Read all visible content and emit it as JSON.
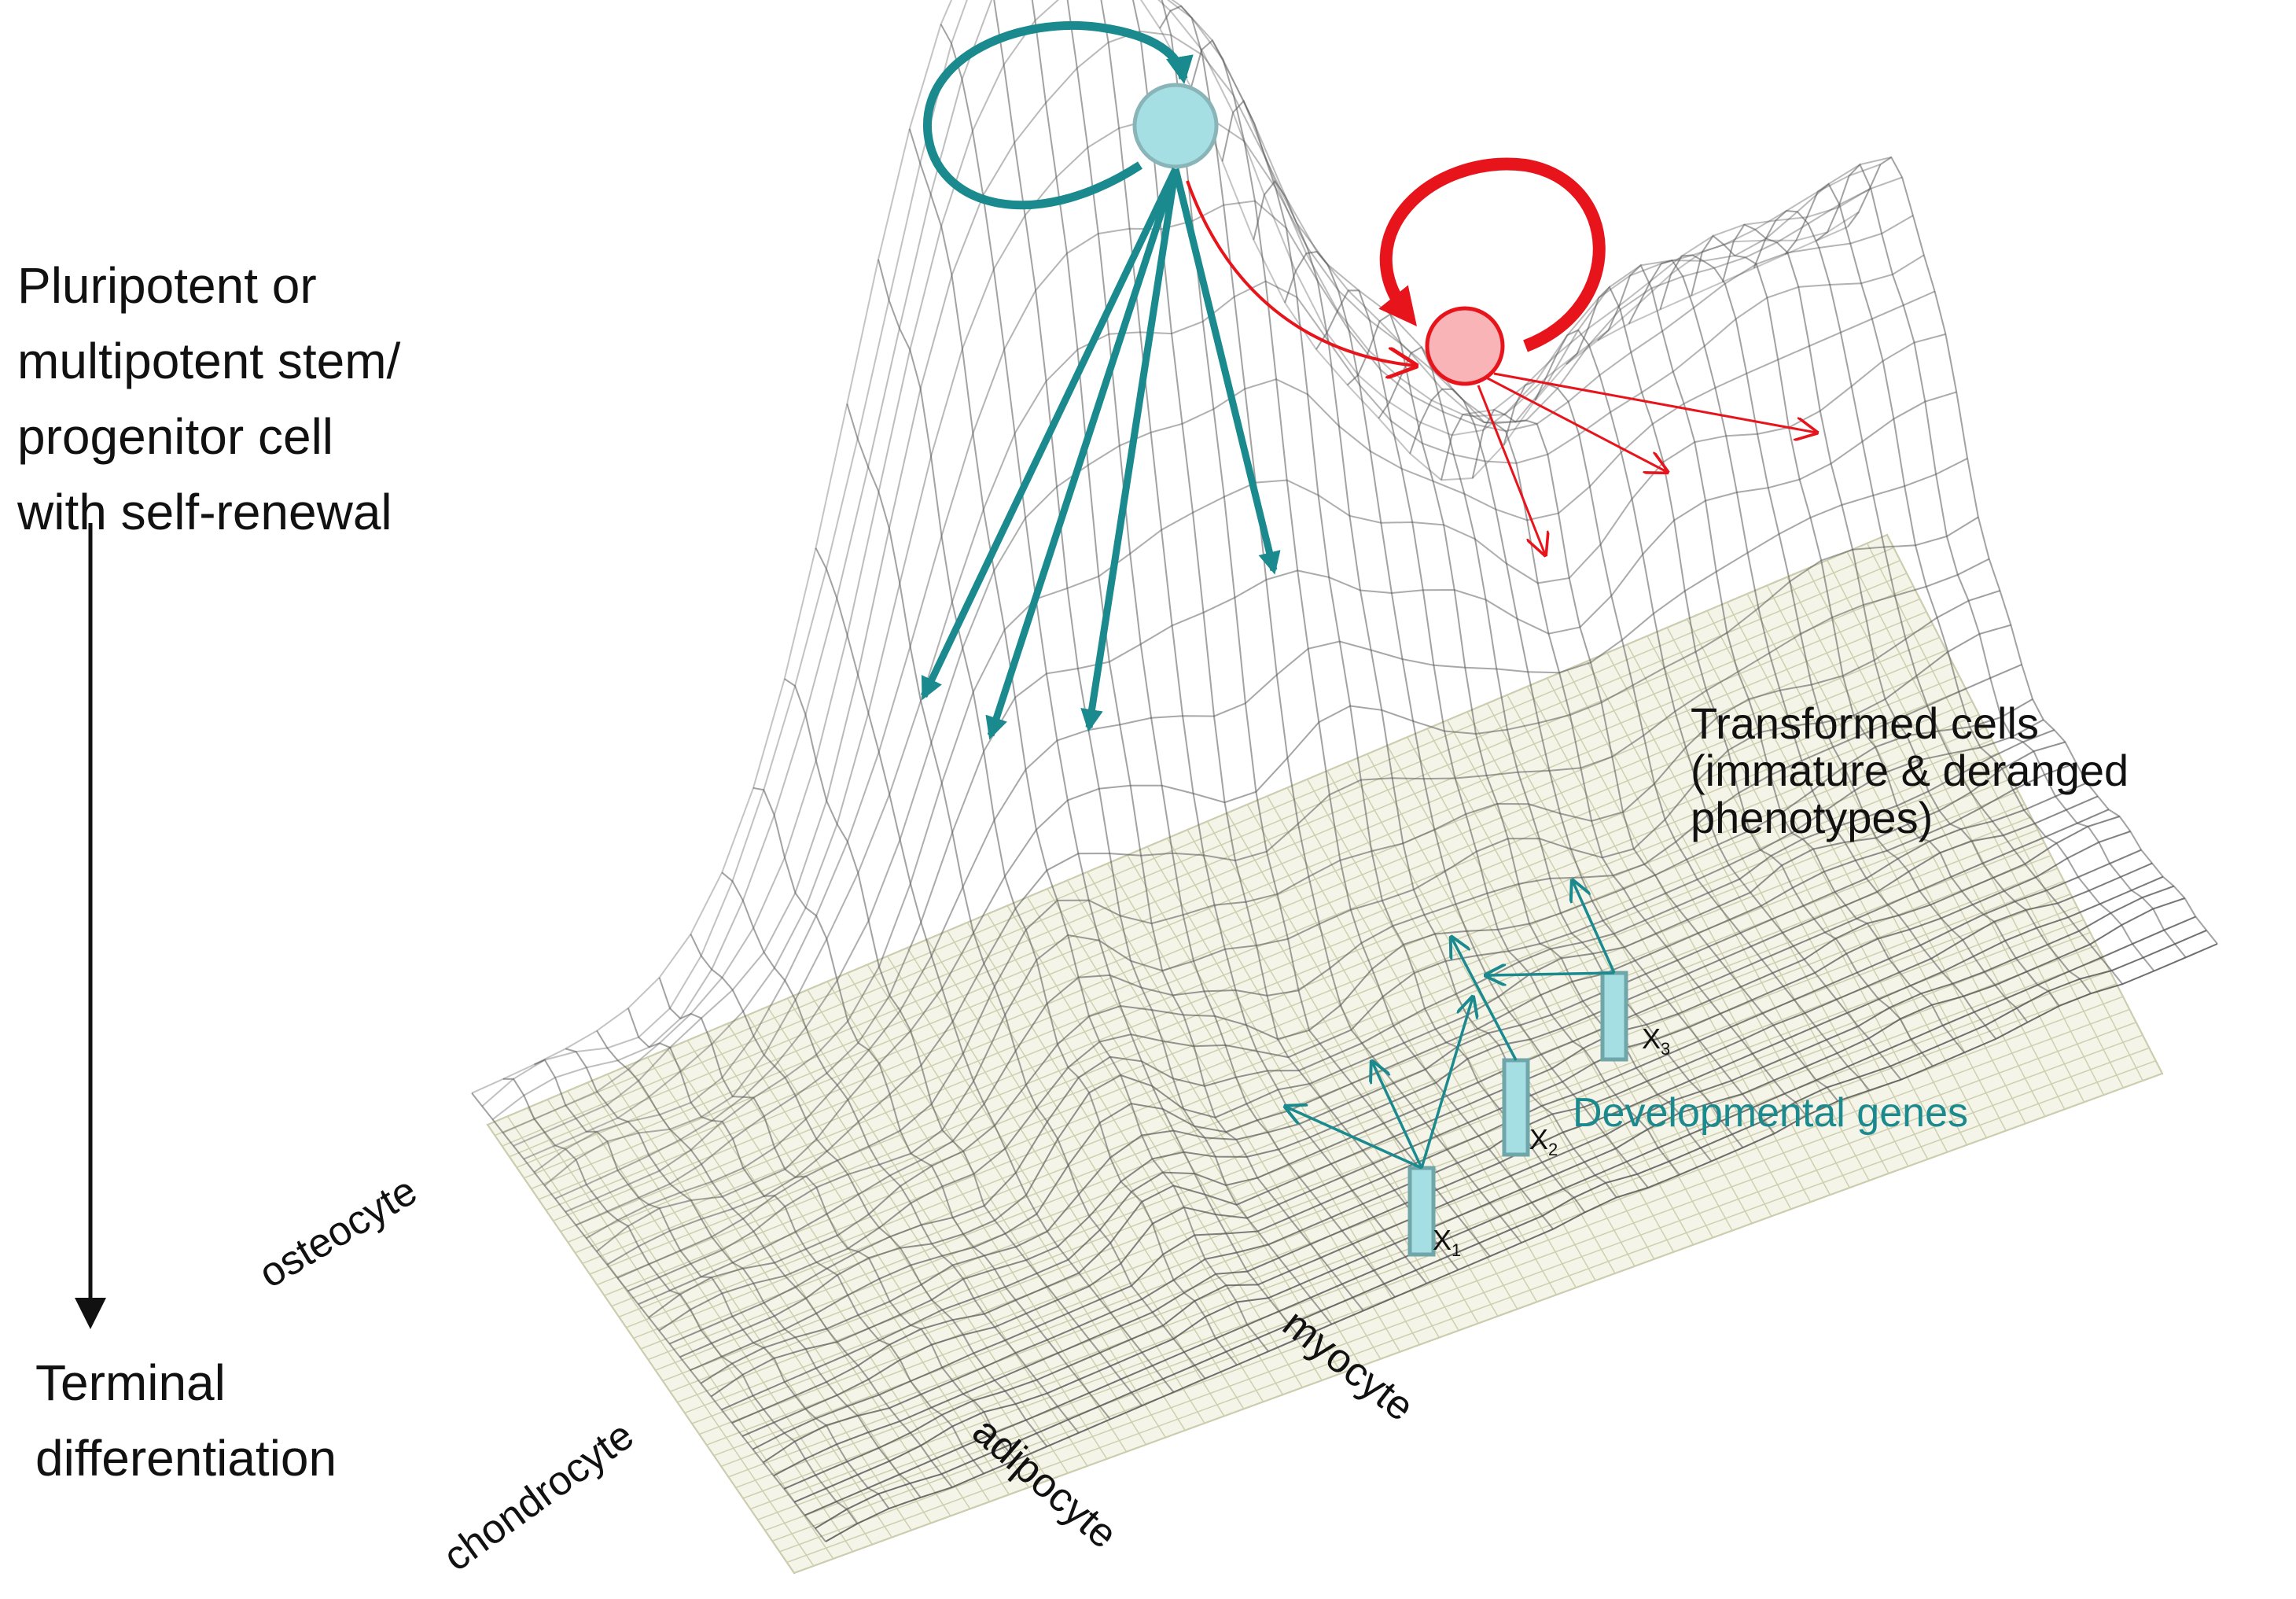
{
  "labels": {
    "stem_line1": "Pluripotent or",
    "stem_line2": "multipotent stem/",
    "stem_line3": "progenitor cell",
    "stem_line4": "with self-renewal",
    "terminal_line1": "Terminal",
    "terminal_line2": "differentiation",
    "transformed_line1": "Transformed cells",
    "transformed_line2": "(immature & deranged",
    "transformed_line3": "phenotypes)",
    "developmental_genes": "Developmental genes"
  },
  "cell_types": {
    "osteocyte": "osteocyte",
    "chondrocyte": "chondrocyte",
    "adipocyte": "adipocyte",
    "myocyte": "myocyte"
  },
  "genes": [
    {
      "letter": "X",
      "index": "1"
    },
    {
      "letter": "X",
      "index": "2"
    },
    {
      "letter": "X",
      "index": "3"
    }
  ],
  "colors": {
    "teal": "#1a8a8f",
    "stem_fill": "#a6dfe3",
    "red": "#e8141c",
    "transformed_fill": "#f8b4b6",
    "mesh": "#555555",
    "floor_grid": "#cfcfb0"
  }
}
